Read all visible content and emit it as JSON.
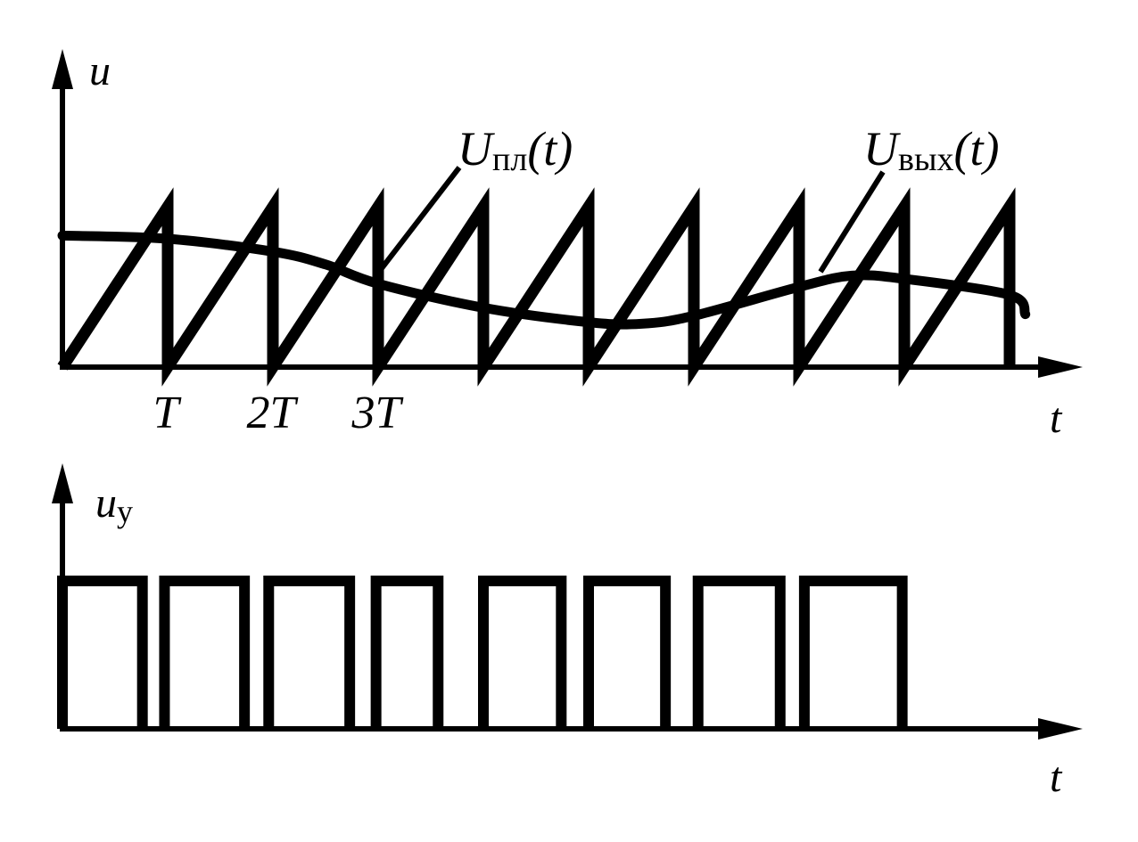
{
  "colors": {
    "ink": "#000000",
    "background": "#ffffff"
  },
  "top_plot": {
    "y_axis_label": "u",
    "x_axis_label": "t",
    "period_ticks": [
      {
        "label": "T",
        "t": 1
      },
      {
        "label": "2T",
        "t": 2
      },
      {
        "label": "3T",
        "t": 3
      }
    ],
    "sawtooth_label": {
      "base": "U",
      "sub": "пл",
      "arg": "(t)"
    },
    "output_label": {
      "base": "U",
      "sub": "вых",
      "arg": "(t)"
    },
    "sawtooth": {
      "periods": 9,
      "amplitude": 1.0
    },
    "output_curve": {
      "t": [
        0,
        1,
        2,
        2.5,
        3,
        4,
        5,
        5.5,
        6,
        7,
        7.5,
        8,
        9,
        9.15
      ],
      "u": [
        0.82,
        0.8,
        0.72,
        0.64,
        0.52,
        0.37,
        0.28,
        0.27,
        0.32,
        0.5,
        0.57,
        0.55,
        0.45,
        0.33
      ]
    }
  },
  "bottom_plot": {
    "y_axis_label": "u",
    "y_axis_sub": "у",
    "x_axis_label": "t",
    "pulses": [
      {
        "start": 0.0,
        "end": 0.76
      },
      {
        "start": 0.97,
        "end": 1.73
      },
      {
        "start": 1.96,
        "end": 2.73
      },
      {
        "start": 2.98,
        "end": 3.57
      },
      {
        "start": 4.0,
        "end": 4.74
      },
      {
        "start": 5.0,
        "end": 5.73
      },
      {
        "start": 6.04,
        "end": 6.82
      },
      {
        "start": 7.05,
        "end": 7.98
      }
    ]
  }
}
